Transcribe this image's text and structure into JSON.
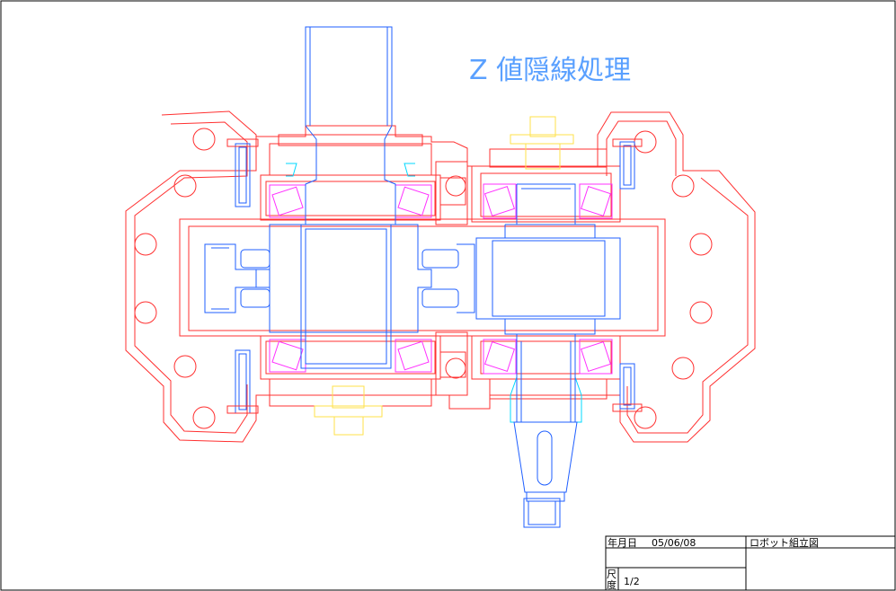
{
  "drawing": {
    "annotation": "Z 値隠線処理",
    "colors": {
      "housing": "#ff3030",
      "shaft": "#1f5fff",
      "bearing": "#ff30ff",
      "seal": "#00d8ff",
      "cap": "#ffe24a",
      "text": "#000000",
      "annotation": "#5aa0ff"
    }
  },
  "title_block": {
    "date_label": "年月日",
    "date_value": "05/06/08",
    "title": "ロボット組立図",
    "scale_label_top": "尺",
    "scale_label_bottom": "度",
    "scale_value": "1/2"
  }
}
